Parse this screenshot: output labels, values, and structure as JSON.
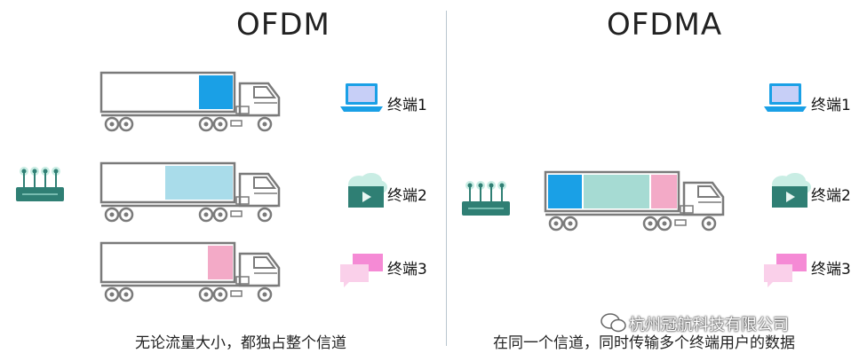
{
  "left": {
    "title": "OFDM",
    "caption": "无论流量大小，都独占整个信道"
  },
  "right": {
    "title": "OFDMA",
    "caption": "在同一个信道，同时传输多个终端用户的数据"
  },
  "terminals": {
    "t1": "终端1",
    "t2": "终端2",
    "t3": "终端3"
  },
  "colors": {
    "terminal1": "#1aa0e6",
    "terminal2": "#a9dcea",
    "terminal3": "#f3aac7",
    "ofdma_segment2": "#a6dbd3",
    "truck_outline": "#7a7a7a",
    "router": "#2f7f74"
  },
  "icons": {
    "router": "router-icon",
    "truck": "truck-icon",
    "laptop": "laptop-icon",
    "cloud_video": "cloud-video-icon",
    "chat": "chat-bubbles-icon",
    "wechat": "wechat-icon"
  },
  "watermark": "杭州冠航科技有限公司"
}
